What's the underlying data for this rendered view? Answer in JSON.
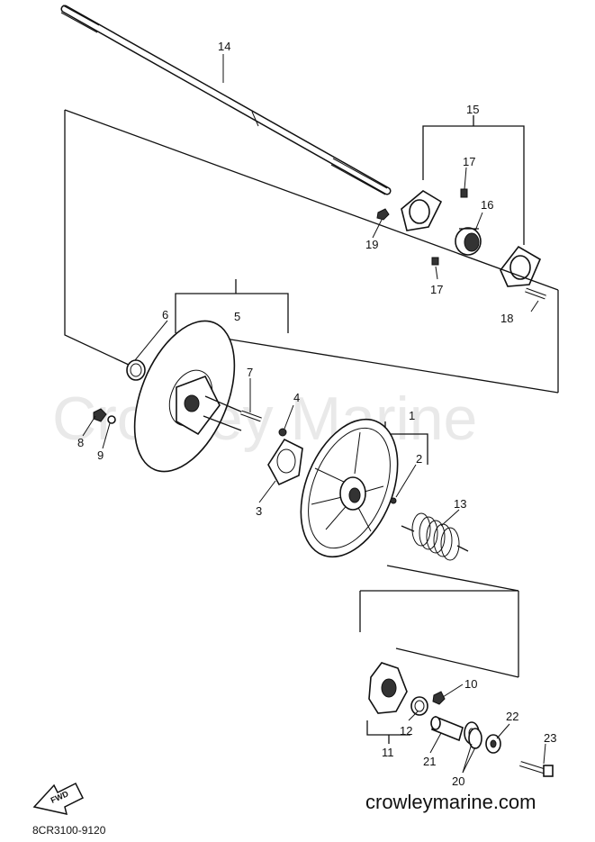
{
  "watermark": "Crowley Marine",
  "website": "crowleymarine.com",
  "diagram_code": "8CR3100-9120",
  "fwd_label": "FWD",
  "callouts": {
    "c1": "1",
    "c2": "2",
    "c3": "3",
    "c4": "4",
    "c5": "5",
    "c6": "6",
    "c7": "7",
    "c8": "8",
    "c9": "9",
    "c10": "10",
    "c11": "11",
    "c12": "12",
    "c13": "13",
    "c14": "14",
    "c15": "15",
    "c16": "16",
    "c17a": "17",
    "c17b": "17",
    "c18": "18",
    "c19": "19",
    "c20": "20",
    "c21": "21",
    "c22": "22",
    "c23": "23"
  }
}
